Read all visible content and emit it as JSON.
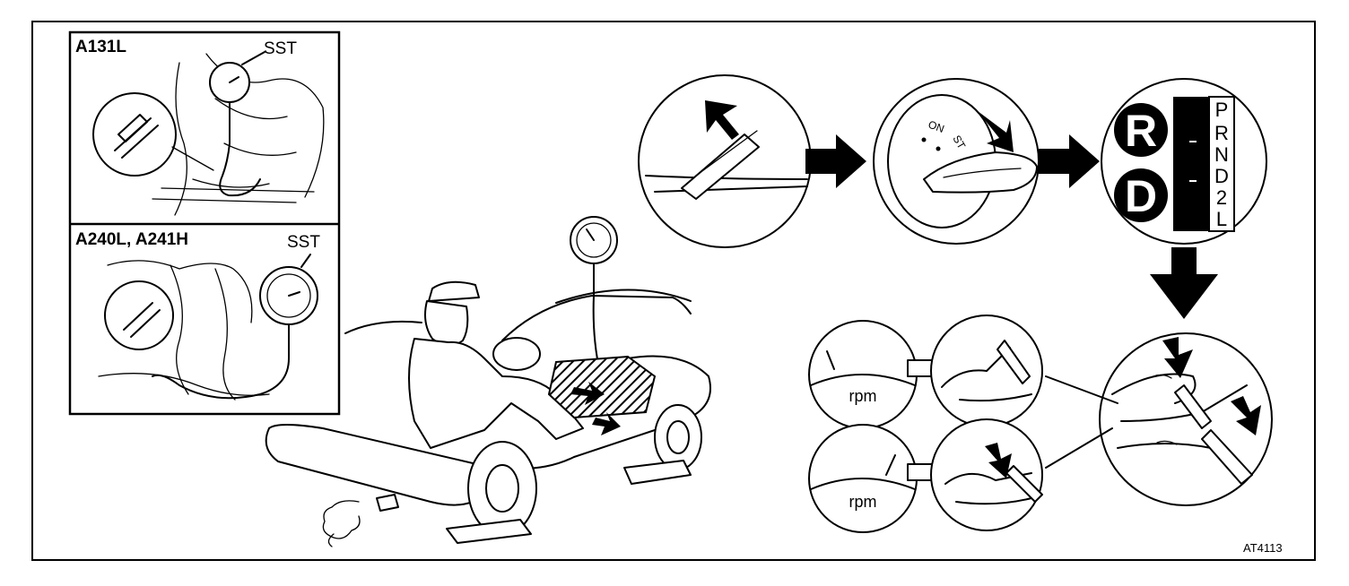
{
  "inset_top": {
    "model": "A131L",
    "tool": "SST"
  },
  "inset_bottom": {
    "models": "A240L, A241H",
    "tool": "SST"
  },
  "shift_indicator": {
    "large_letters": [
      "R",
      "D"
    ],
    "positions": [
      "P",
      "R",
      "N",
      "D",
      "2",
      "L"
    ]
  },
  "ignition_marks": [
    "ON",
    "ST"
  ],
  "gauge_labels": [
    "rpm",
    "rpm"
  ],
  "figure_code": "AT4113"
}
